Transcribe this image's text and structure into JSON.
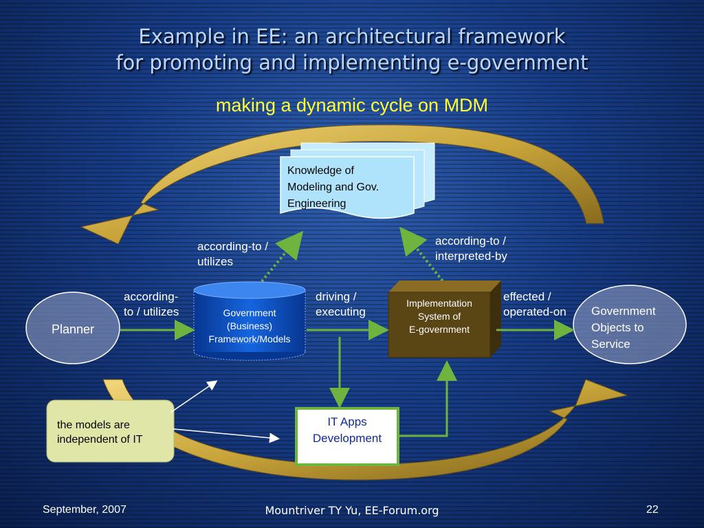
{
  "title": {
    "line1": "Example in EE: an architectural framework",
    "line2": "for promoting and implementing e-government"
  },
  "subtitle": "making a dynamic cycle on MDM",
  "nodes": {
    "knowledge": "Knowledge of\nModeling and Gov.\nEngineering",
    "framework": "Government\n(Business)\nFramework/Models",
    "implementation": "Implementation\nSystem of\nE-government",
    "planner": "Planner",
    "objects": "Government\nObjects to\nService",
    "itapps": "IT Apps\nDevelopment",
    "note": "the models are\nindependent of IT"
  },
  "edges": {
    "according_utilizes_top": "according-to /\nutilizes",
    "according_interpreted": "according-to /\ninterpreted-by",
    "according_utilizes_left": "according-\nto / utilizes",
    "driving": "driving /\nexecuting",
    "effected": "effected /\noperated-on"
  },
  "footer": {
    "date": "September, 2007",
    "author": "Mountriver TY Yu, EE-Forum.org",
    "page": "22"
  },
  "colors": {
    "arrow_green": "#6fb43f",
    "gold": "#c8a43a",
    "knowledge_fill": "#aee3fb",
    "framework_fill": "#0a47b8",
    "impl_fill": "#5a4515",
    "note_fill": "#dfe6a8",
    "subtitle": "#ffff33"
  }
}
